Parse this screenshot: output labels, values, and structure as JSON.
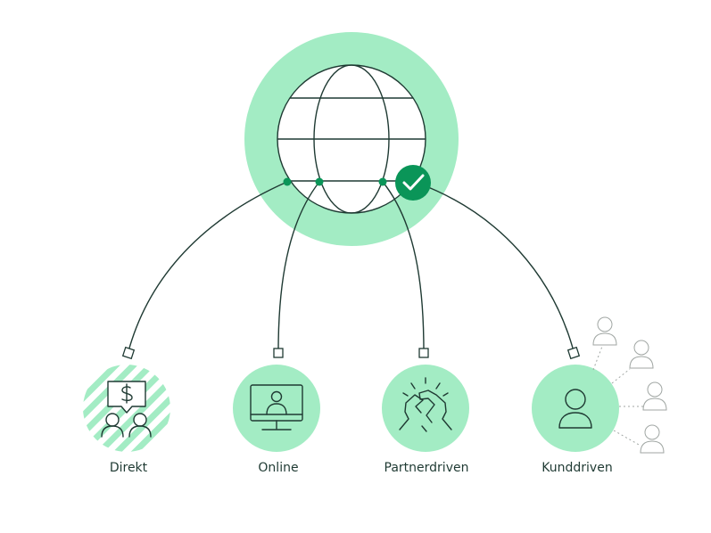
{
  "colors": {
    "mint": "#a3ecc4",
    "line": "#1f3a33",
    "accent": "#0a9558",
    "ghost": "#a0a6a3"
  },
  "hub": {
    "icon": "globe-icon",
    "badge_icon": "check-icon"
  },
  "channels": [
    {
      "key": "direkt",
      "label": "Direkt",
      "icon": "sales-chat-icon",
      "style": "striped"
    },
    {
      "key": "online",
      "label": "Online",
      "icon": "monitor-user-icon",
      "style": "solid"
    },
    {
      "key": "partner",
      "label": "Partnerdriven",
      "icon": "handshake-icon",
      "style": "solid"
    },
    {
      "key": "kund",
      "label": "Kunddriven",
      "icon": "user-icon",
      "style": "solid"
    }
  ],
  "referrals": {
    "icon": "user-outline-icon",
    "count": 4
  }
}
